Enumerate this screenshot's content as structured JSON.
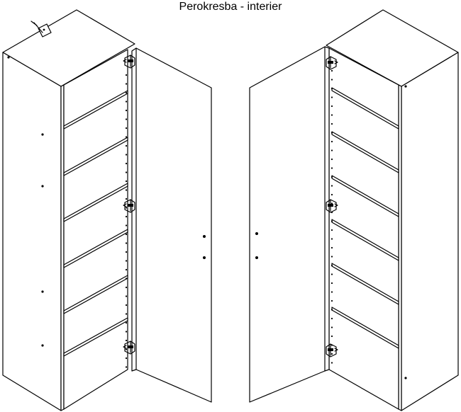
{
  "title": "Perokresba - interier",
  "figures": [
    {
      "name": "left-view",
      "shelves": 6,
      "door_side": "right"
    },
    {
      "name": "right-view",
      "shelves": 6,
      "door_side": "left"
    }
  ]
}
